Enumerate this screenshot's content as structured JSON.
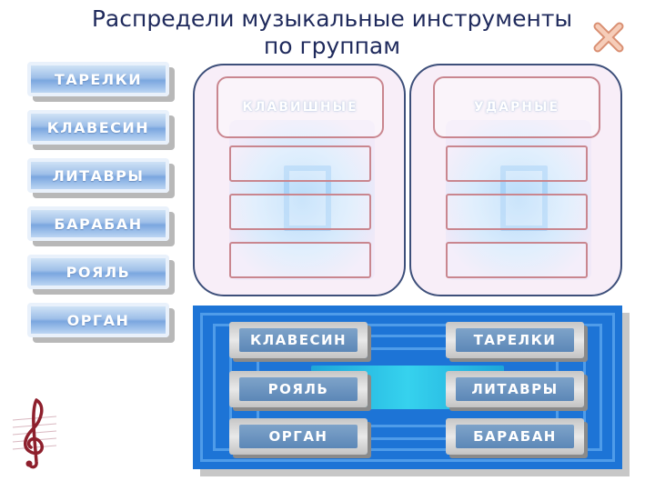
{
  "title": {
    "line1": "Распредели музыкальные инструменты",
    "line2": "по группам"
  },
  "source_tiles": [
    "ТАРЕЛКИ",
    "КЛАВЕСИН",
    "ЛИТАВРЫ",
    "БАРАБАН",
    "РОЯЛЬ",
    "ОРГАН"
  ],
  "categories": [
    {
      "label": "КЛАВИШНЫЕ",
      "slots": 3
    },
    {
      "label": "УДАРНЫЕ",
      "slots": 3
    }
  ],
  "answers": {
    "left": [
      "КЛАВЕСИН",
      "РОЯЛЬ",
      "ОРГАН"
    ],
    "right": [
      "ТАРЕЛКИ",
      "ЛИТАВРЫ",
      "БАРАБАН"
    ]
  },
  "icons": {
    "close": "close-x-icon",
    "clef": "treble-clef-icon"
  },
  "colors": {
    "title": "#1f2a5c",
    "answer_area": "#2a6fc9",
    "panel_border": "#3d4f7a",
    "slot_border": "#c9868f",
    "close_icon": "#f0b49a"
  }
}
